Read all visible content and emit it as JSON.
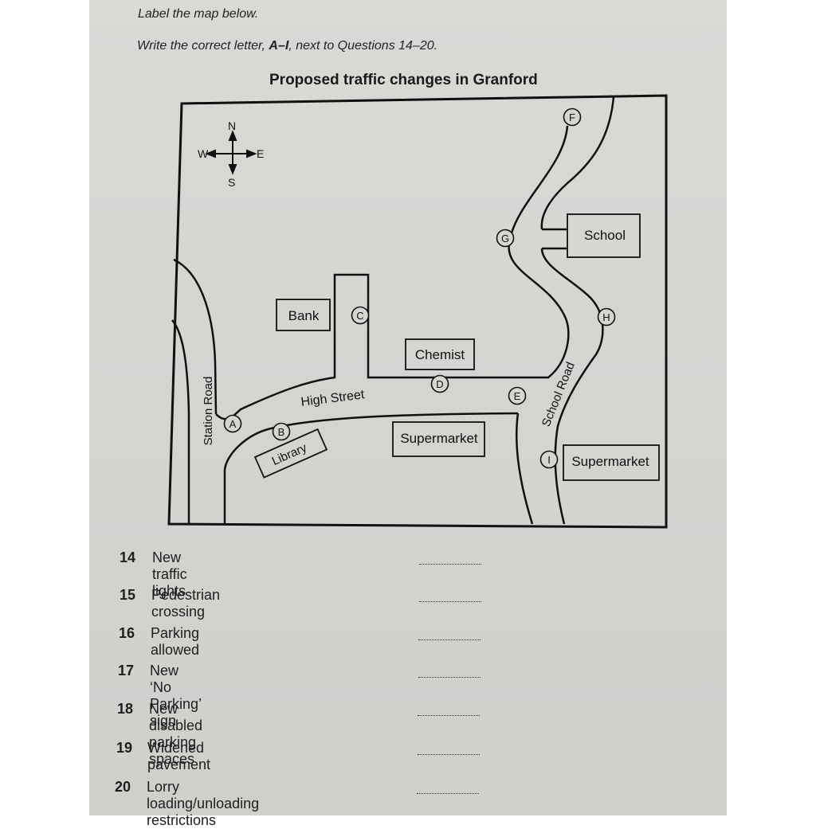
{
  "instructions": {
    "line1": "Label the map below.",
    "line2_prefix": "Write the correct letter, ",
    "line2_letters": "A–I",
    "line2_suffix": ", next to Questions 14–20."
  },
  "map": {
    "title": "Proposed traffic changes in Granford",
    "compass": {
      "n": "N",
      "s": "S",
      "e": "E",
      "w": "W"
    },
    "roads": {
      "station": "Station Road",
      "high": "High Street",
      "school": "School Road"
    },
    "buildings": {
      "bank": "Bank",
      "chemist": "Chemist",
      "supermarket_main": "Supermarket",
      "library": "Library",
      "school": "School",
      "supermarket_east": "Supermarket"
    },
    "markers": {
      "a": "A",
      "b": "B",
      "c": "C",
      "d": "D",
      "e": "E",
      "f": "F",
      "g": "G",
      "h": "H",
      "i": "I"
    }
  },
  "questions": [
    {
      "num": "14",
      "text": "New traffic lights"
    },
    {
      "num": "15",
      "text": "Pedestrian crossing"
    },
    {
      "num": "16",
      "text": "Parking allowed"
    },
    {
      "num": "17",
      "text": "New ‘No Parking’ sign"
    },
    {
      "num": "18",
      "text": "New disabled parking spaces"
    },
    {
      "num": "19",
      "text": "Widened pavement"
    },
    {
      "num": "20",
      "text": "Lorry loading/unloading restrictions"
    }
  ]
}
